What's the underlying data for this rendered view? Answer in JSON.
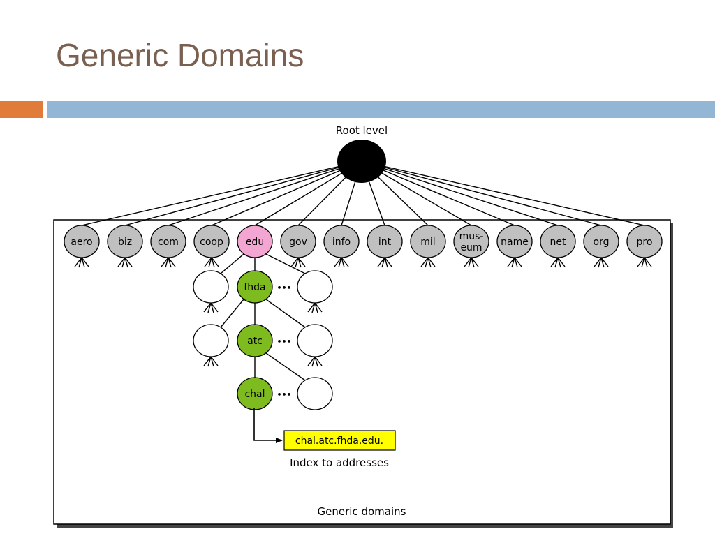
{
  "slide": {
    "title": "Generic Domains"
  },
  "diagram": {
    "root_label": "Root level",
    "domains": [
      "aero",
      "biz",
      "com",
      "coop",
      "edu",
      "gov",
      "info",
      "int",
      "mil",
      [
        "mus-",
        "eum"
      ],
      "name",
      "net",
      "org",
      "pro"
    ],
    "highlighted_domain": "edu",
    "path_nodes": [
      "fhda",
      "atc",
      "chal"
    ],
    "ellipsis": "•••",
    "index_box_text": "chal.atc.fhda.edu.",
    "index_caption": "Index to addresses",
    "frame_caption": "Generic domains",
    "colors": {
      "root": "#000000",
      "domain_node": "#c0c0c0",
      "highlighted": "#f4a6d2",
      "path_node": "#7dbb1e",
      "leaf_node": "#ffffff",
      "index_box": "#ffff00"
    }
  }
}
